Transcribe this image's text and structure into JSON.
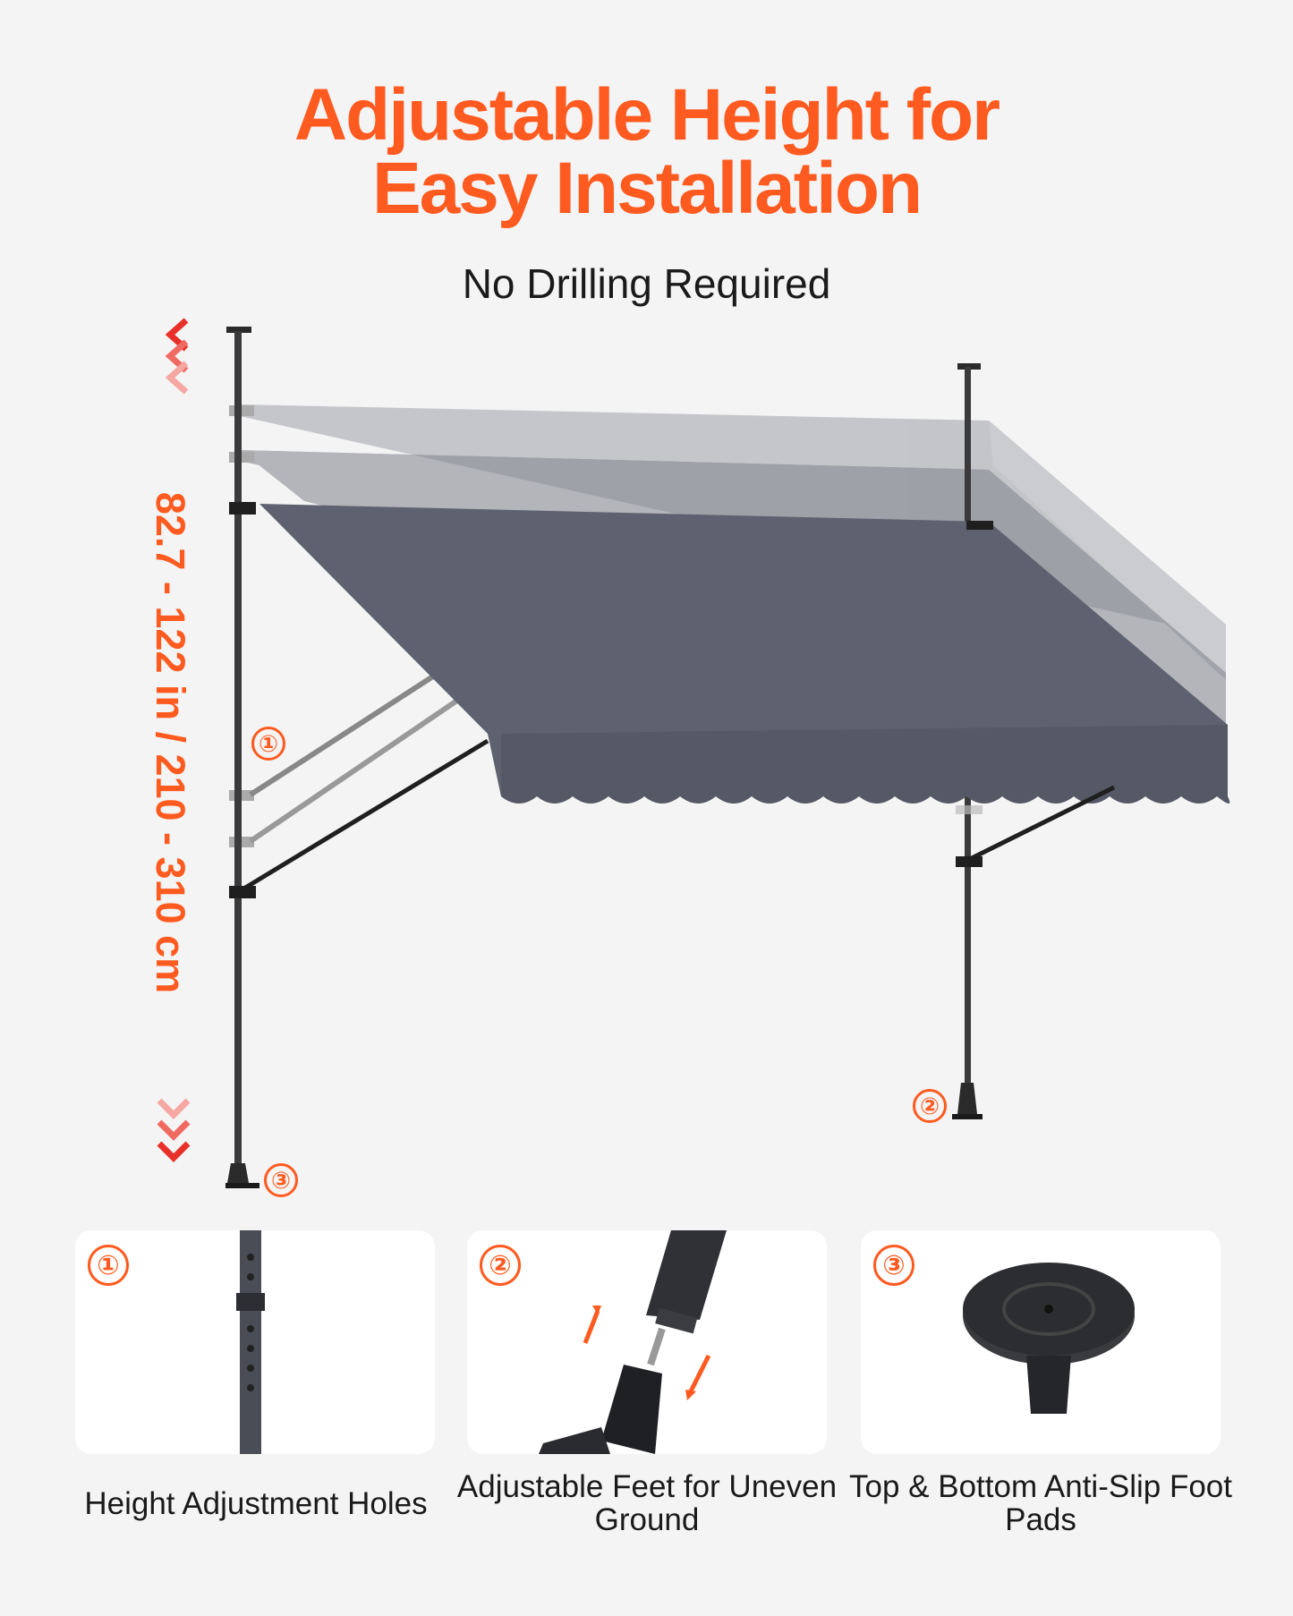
{
  "title": {
    "line1": "Adjustable Height for",
    "line2": "Easy Installation"
  },
  "subtitle": "No Drilling Required",
  "height_range": "82.7 - 122 in / 210 - 310 cm",
  "callouts": {
    "one": "①",
    "two": "②",
    "three": "③"
  },
  "features": [
    {
      "number": "①",
      "caption": "Height Adjustment Holes"
    },
    {
      "number": "②",
      "caption": "Adjustable Feet for Uneven Ground"
    },
    {
      "number": "③",
      "caption": "Top & Bottom Anti-Slip Foot Pads"
    }
  ],
  "colors": {
    "accent": "#ff5a1f",
    "arrow": "#e8302a",
    "canopy": "#5e6270",
    "background": "#f4f4f4"
  }
}
